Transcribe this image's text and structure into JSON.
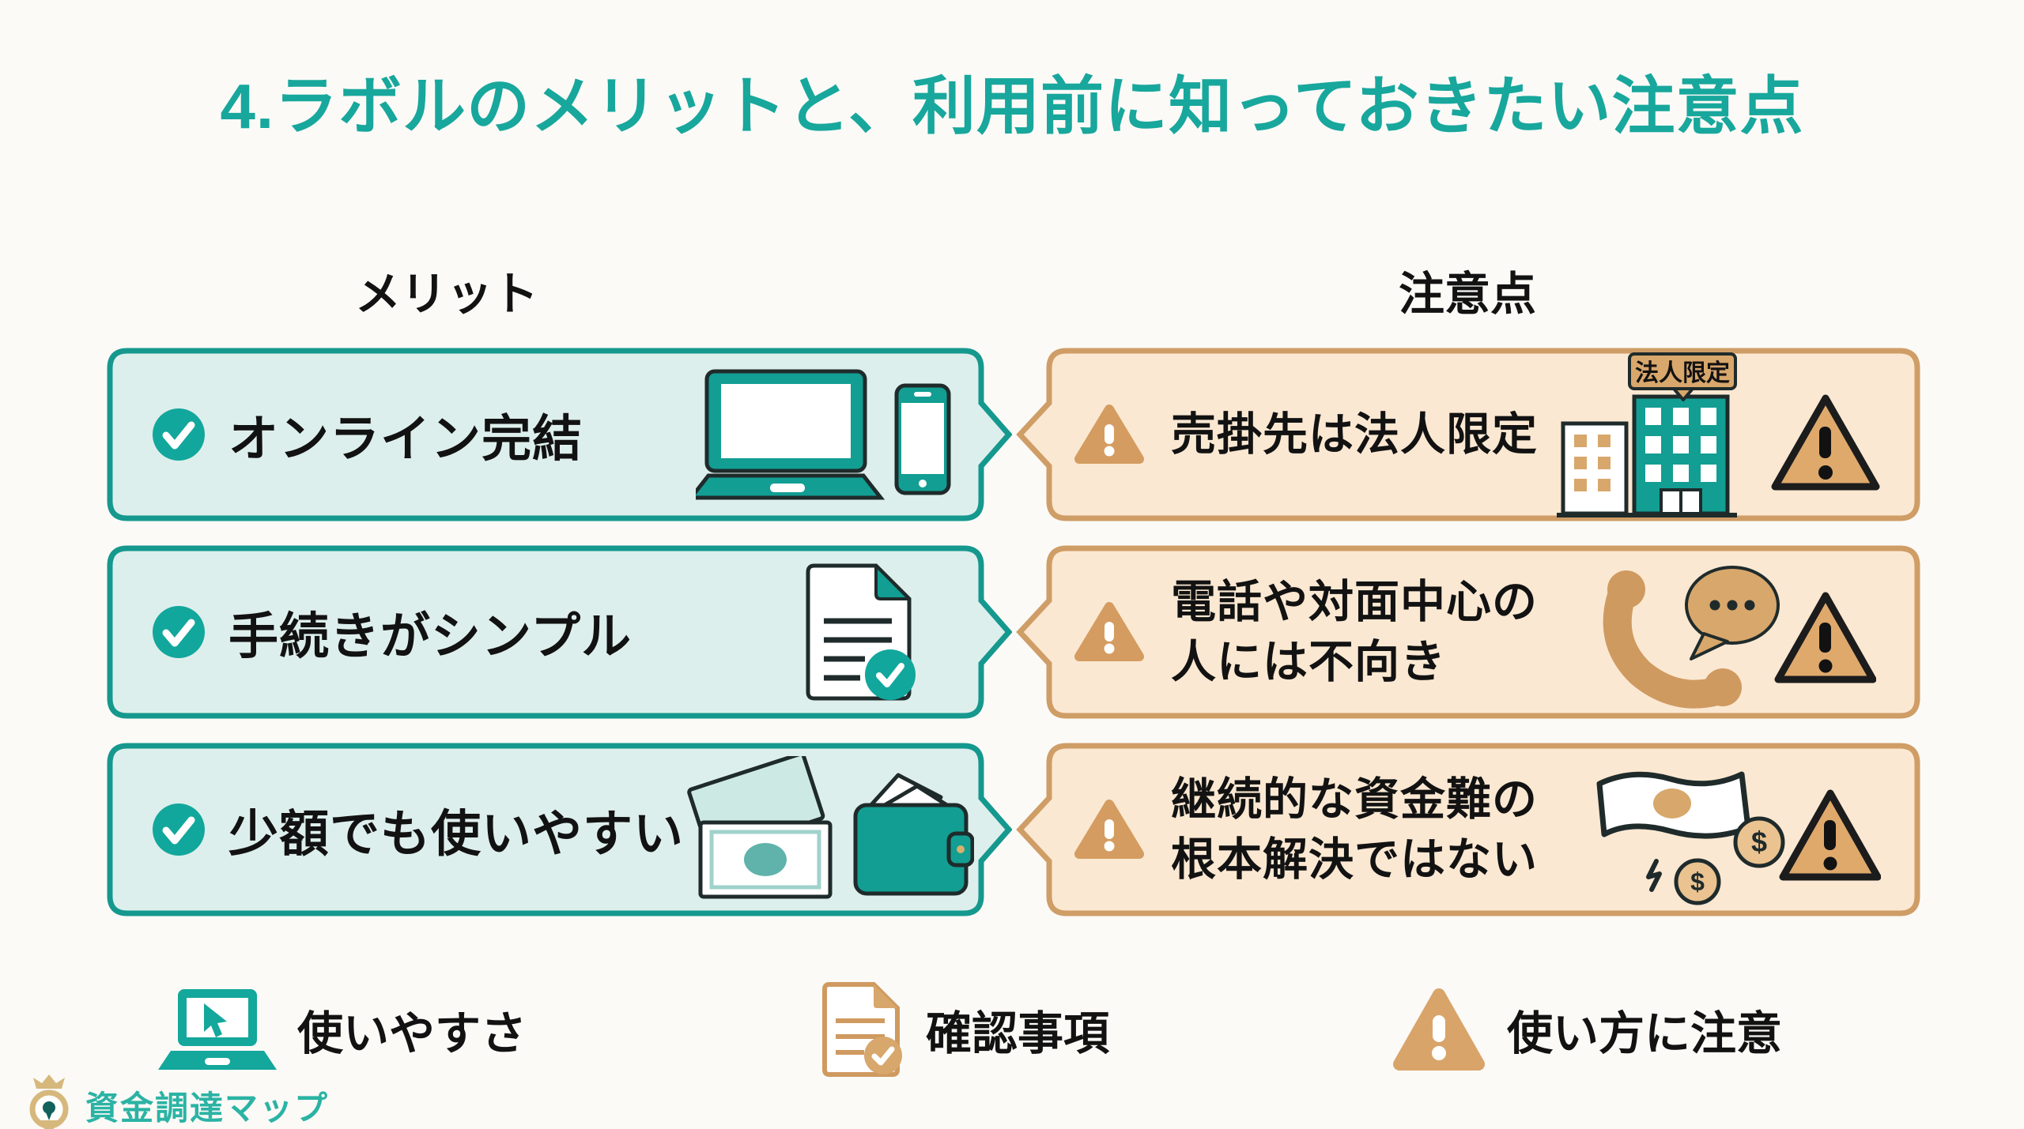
{
  "title": "4.ラボルのメリットと、利用前に知っておきたい注意点",
  "columns": {
    "merit_header": "メリット",
    "caution_header": "注意点"
  },
  "rows": [
    {
      "merit_label": "オンライン完結",
      "merit_icons": [
        "check-icon",
        "laptop-icon",
        "smartphone-icon"
      ],
      "caution_lines": [
        "売掛先は法人限定"
      ],
      "caution_icons": [
        "warning-triangle-icon",
        "office-buildings-icon",
        "warning-triangle-outline-icon"
      ],
      "building_sign": "法人限定"
    },
    {
      "merit_label": "手続きがシンプル",
      "merit_icons": [
        "check-icon",
        "document-check-icon"
      ],
      "caution_lines": [
        "電話や対面中心の",
        "人には不向き"
      ],
      "caution_icons": [
        "warning-triangle-icon",
        "phone-chat-icon",
        "warning-triangle-outline-icon"
      ]
    },
    {
      "merit_label": "少額でも使いやすい",
      "merit_icons": [
        "check-icon",
        "banknotes-icon",
        "wallet-icon"
      ],
      "caution_lines": [
        "継続的な資金難の",
        "根本解決ではない"
      ],
      "caution_icons": [
        "warning-triangle-icon",
        "money-coins-icon",
        "warning-triangle-outline-icon"
      ]
    }
  ],
  "legend": [
    {
      "label": "使いやすさ",
      "icon": "laptop-cursor-icon"
    },
    {
      "label": "確認事項",
      "icon": "document-check-icon"
    },
    {
      "label": "使い方に注意",
      "icon": "warning-triangle-icon"
    }
  ],
  "logo": {
    "text": "資金調達マップ",
    "icon": "crown-map-pin-icon"
  },
  "colors": {
    "title_teal": "#18a79c",
    "merit_border": "#15988e",
    "merit_fill": "#ddefec",
    "merit_icon_teal": "#129e93",
    "caution_border": "#cf9d66",
    "caution_fill": "#fbe8d2",
    "caution_icon_tan": "#d49c60",
    "big_triangle_fill": "#dfa96c",
    "text_black": "#121212",
    "logo_gold": "#d6b87c",
    "logo_text_teal": "#2bb3a4"
  }
}
